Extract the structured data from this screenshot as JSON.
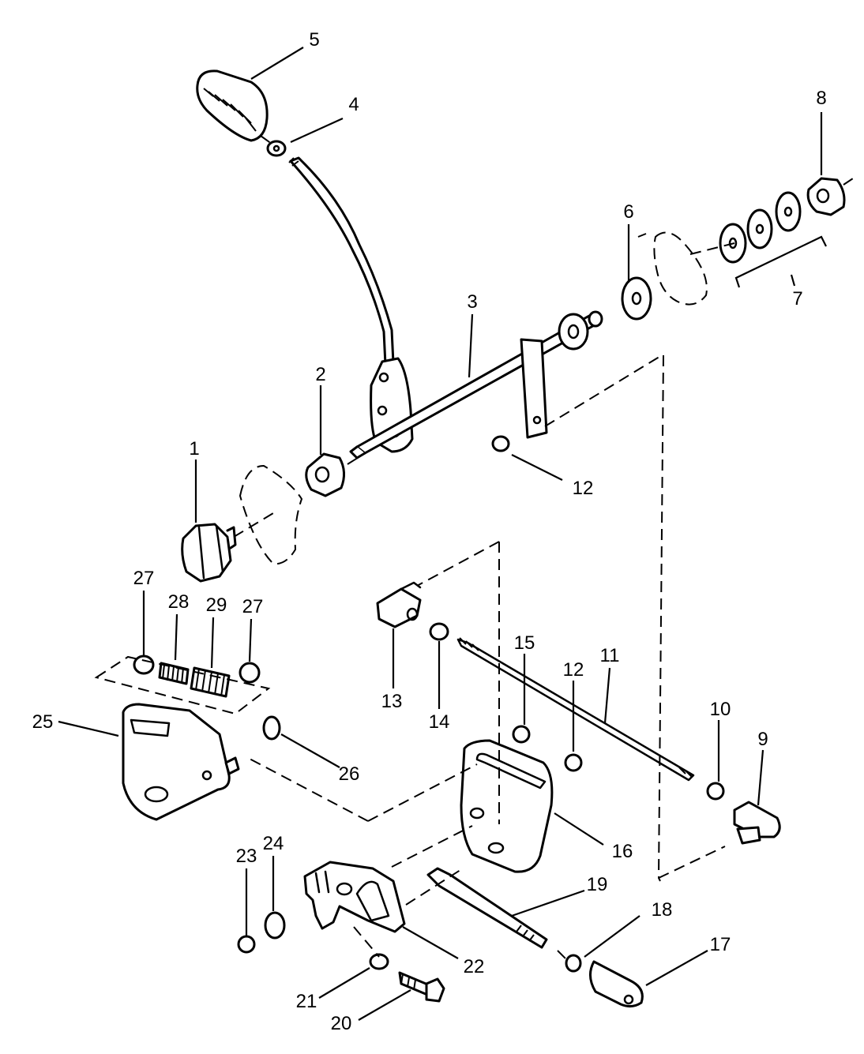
{
  "callouts": [
    {
      "id": "1",
      "text": "1"
    },
    {
      "id": "2",
      "text": "2"
    },
    {
      "id": "3",
      "text": "3"
    },
    {
      "id": "4",
      "text": "4"
    },
    {
      "id": "5",
      "text": "5"
    },
    {
      "id": "6",
      "text": "6"
    },
    {
      "id": "7",
      "text": "7"
    },
    {
      "id": "8",
      "text": "8"
    },
    {
      "id": "9",
      "text": "9"
    },
    {
      "id": "10",
      "text": "10"
    },
    {
      "id": "11",
      "text": "11"
    },
    {
      "id": "12a",
      "text": "12"
    },
    {
      "id": "12b",
      "text": "12"
    },
    {
      "id": "13",
      "text": "13"
    },
    {
      "id": "14",
      "text": "14"
    },
    {
      "id": "15",
      "text": "15"
    },
    {
      "id": "16",
      "text": "16"
    },
    {
      "id": "17",
      "text": "17"
    },
    {
      "id": "18",
      "text": "18"
    },
    {
      "id": "19",
      "text": "19"
    },
    {
      "id": "20",
      "text": "20"
    },
    {
      "id": "21",
      "text": "21"
    },
    {
      "id": "22",
      "text": "22"
    },
    {
      "id": "23",
      "text": "23"
    },
    {
      "id": "24",
      "text": "24"
    },
    {
      "id": "25",
      "text": "25"
    },
    {
      "id": "26",
      "text": "26"
    },
    {
      "id": "27a",
      "text": "27"
    },
    {
      "id": "27b",
      "text": "27"
    },
    {
      "id": "28",
      "text": "28"
    },
    {
      "id": "29",
      "text": "29"
    }
  ]
}
